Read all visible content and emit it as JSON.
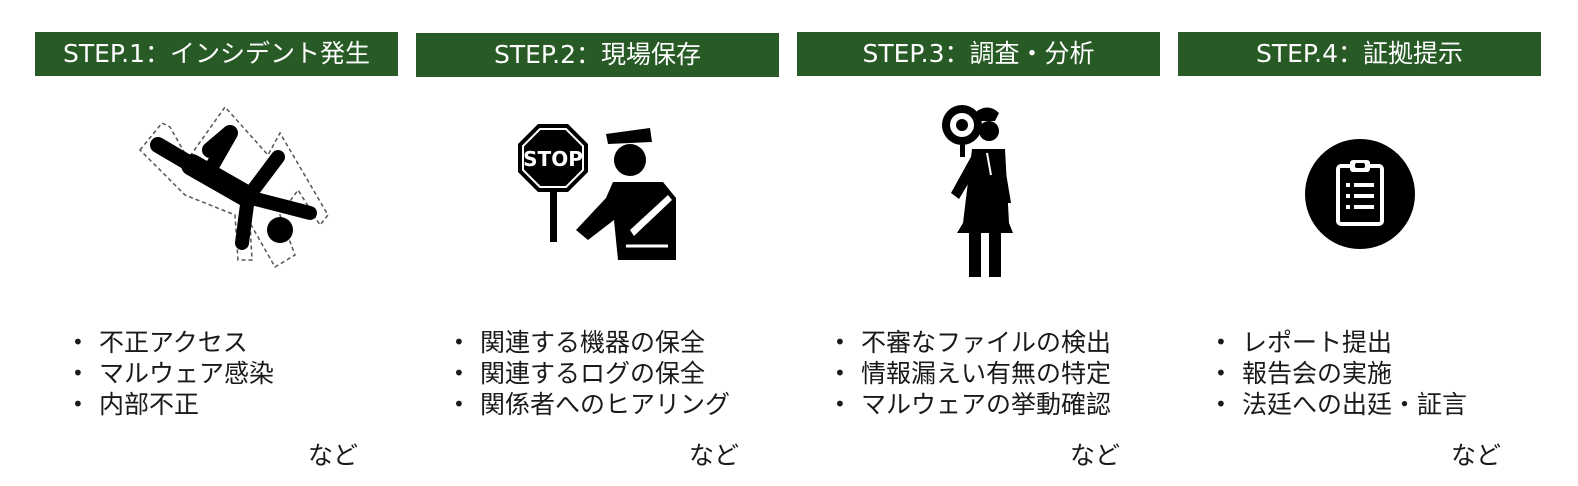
{
  "steps": [
    {
      "title": "STEP.1：インシデント発生",
      "icon": "fallen-person-outline-icon",
      "items": [
        "不正アクセス",
        "マルウェア感染",
        "内部不正"
      ],
      "etc": "など"
    },
    {
      "title": "STEP.2：現場保存",
      "icon": "police-officer-stop-sign-icon",
      "sign_text": "STOP",
      "items": [
        "関連する機器の保全",
        "関連するログの保全",
        "関係者へのヒアリング"
      ],
      "etc": "など"
    },
    {
      "title": "STEP.3：調査・分析",
      "icon": "detective-magnifier-icon",
      "items": [
        "不審なファイルの検出",
        "情報漏えい有無の特定",
        "マルウェアの挙動確認"
      ],
      "etc": "など"
    },
    {
      "title": "STEP.4：証拠提示",
      "icon": "clipboard-report-icon",
      "items": [
        "レポート提出",
        "報告会の実施",
        "法廷への出廷・証言"
      ],
      "etc": "など"
    }
  ],
  "colors": {
    "header_bg": "#285a26",
    "header_text": "#ffffff",
    "icon": "#000000"
  }
}
